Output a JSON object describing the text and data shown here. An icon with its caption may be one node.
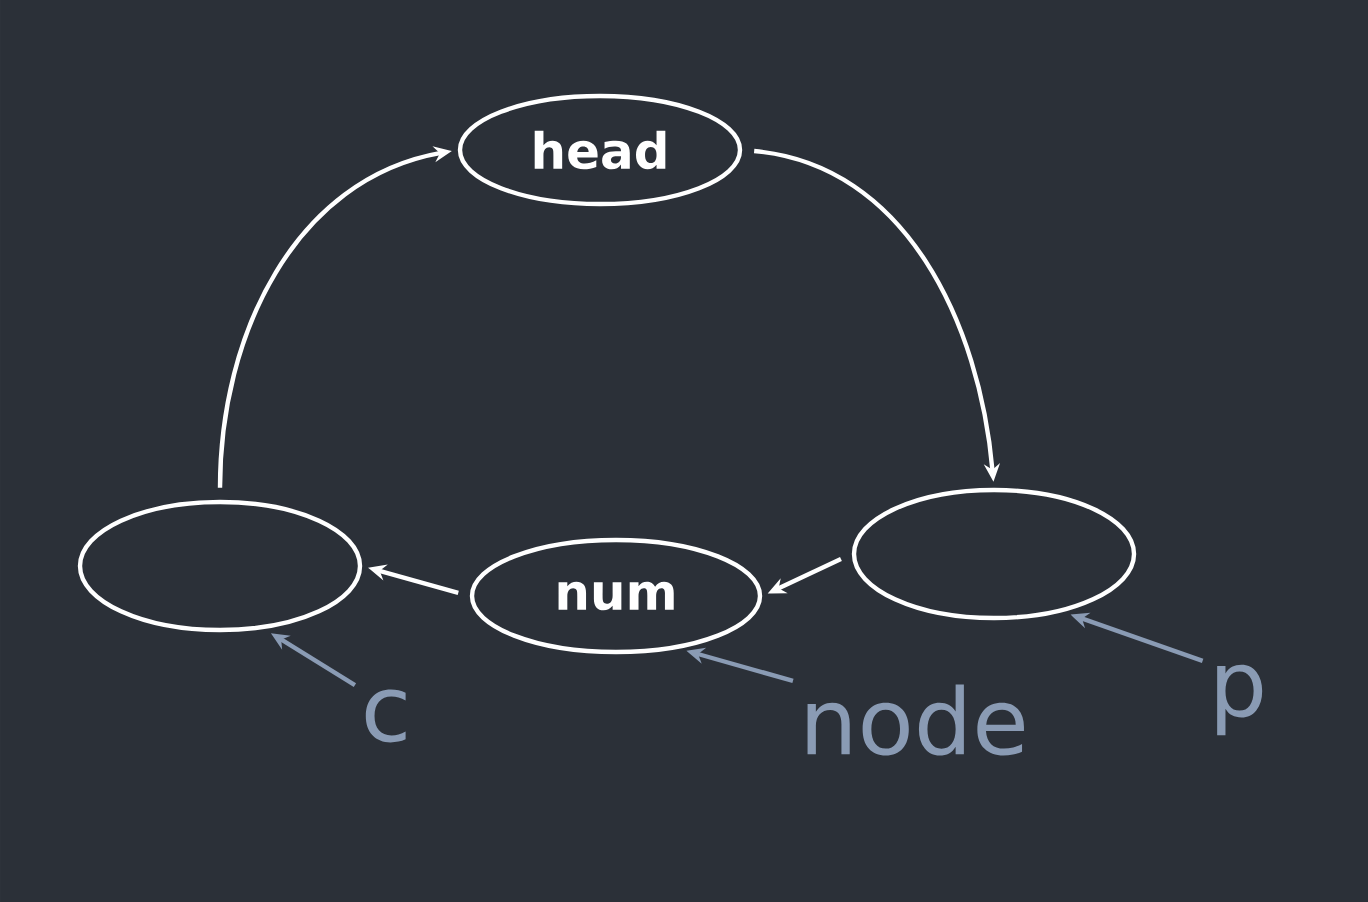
{
  "diagram": {
    "nodes": [
      {
        "text": [
          "head"
        ]
      },
      {
        "text": [],
        "shape": "ellipse"
      },
      {
        "text": [
          "num"
        ]
      },
      {
        "text": [],
        "shape": "ellipse"
      },
      {
        "text": [
          "c"
        ]
      },
      {
        "text": [
          "node"
        ]
      },
      {
        "text": [
          "p"
        ]
      }
    ],
    "edges": [
      {
        "from": 0,
        "to": 3,
        "arrow": "to"
      },
      {
        "from": 3,
        "to": 2,
        "arrow": "to"
      },
      {
        "from": 2,
        "to": 1,
        "arrow": "to"
      },
      {
        "from": 1,
        "to": 0,
        "arrow": "to"
      },
      {
        "from": 4,
        "to": 1,
        "arrow": "to",
        "color": "#8a9bb4"
      },
      {
        "from": 5,
        "to": 2,
        "arrow": "to",
        "color": "#8a9bb4"
      },
      {
        "from": 6,
        "to": 3,
        "arrow": "to",
        "color": "#8a9bb4"
      }
    ]
  }
}
